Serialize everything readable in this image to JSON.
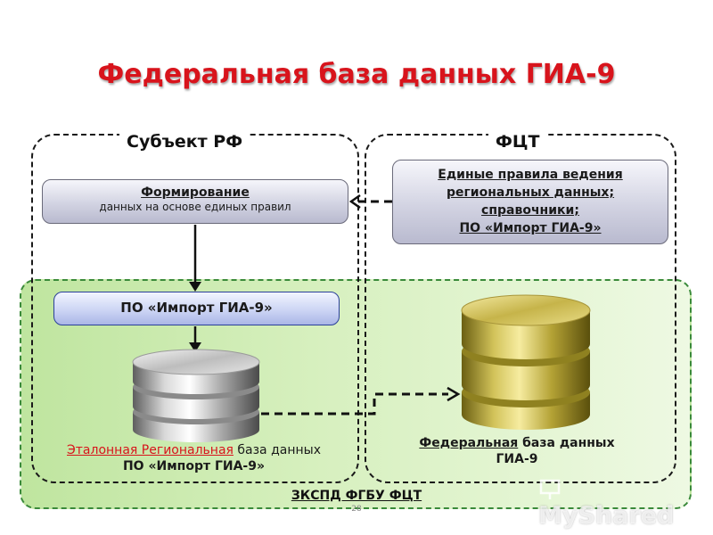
{
  "title": "Федеральная база данных ГИА-9",
  "regions": {
    "left_label": "Субъект РФ",
    "right_label": "ФЦТ"
  },
  "boxes": {
    "formation_title": "Формирование",
    "formation_subtitle": "данных на основе единых правил",
    "rules_line1": "Единые правила ведения",
    "rules_line2": "региональных данных;",
    "rules_line3": "справочники;",
    "rules_line4": "ПО «Импорт ГИА-9»",
    "import_tool": "ПО «Импорт ГИА-9»"
  },
  "databases": {
    "regional_highlight": "Эталонная Региональная",
    "regional_rest": " база данных",
    "regional_line2": "ПО «Импорт ГИА-9»",
    "federal_highlight": "Федеральная",
    "federal_rest": " база данных",
    "federal_line2": "ГИА-9"
  },
  "zone_label": "ЗКСПД ФГБУ ФЦТ",
  "page_number": "28",
  "watermark": "MyShared",
  "colors": {
    "title": "#d8141c",
    "green_zone": "#c9eab0",
    "regional_db": "#a8a8a8",
    "federal_db": "#c8b74a",
    "import_box": "#c9d2f3"
  }
}
